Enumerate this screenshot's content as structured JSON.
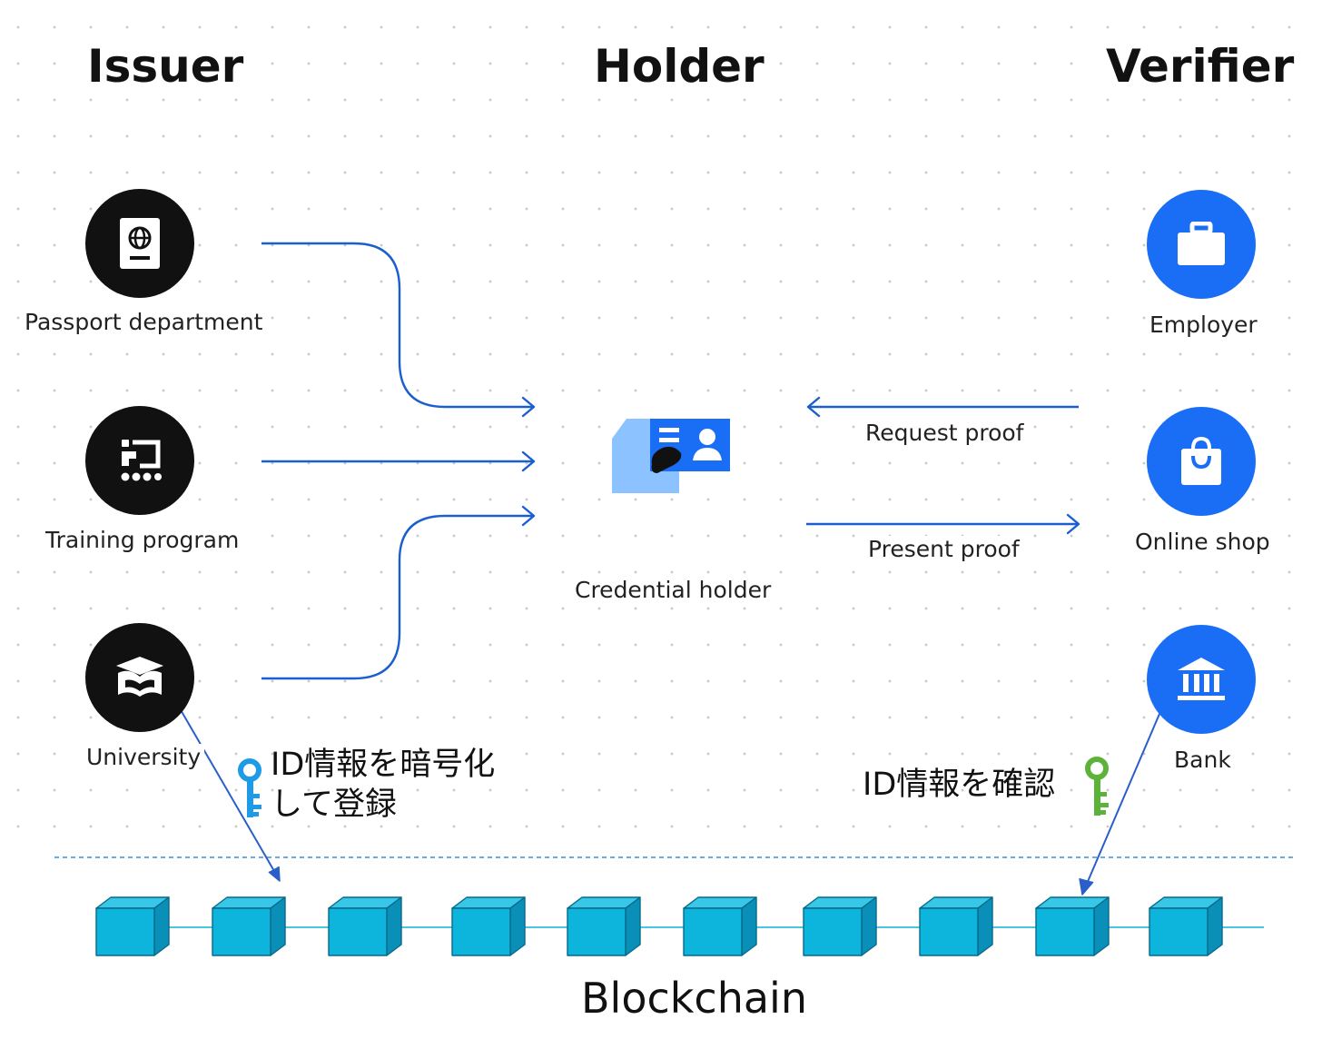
{
  "columns": {
    "issuer": "Issuer",
    "holder": "Holder",
    "verifier": "Verifier"
  },
  "issuers": {
    "passport": "Passport department",
    "training": "Training program",
    "university": "University"
  },
  "holder": {
    "label": "Credential holder"
  },
  "flows": {
    "request": "Request proof",
    "present": "Present proof"
  },
  "verifiers": {
    "employer": "Employer",
    "online_shop": "Online shop",
    "bank": "Bank"
  },
  "annotations": {
    "encrypt_line1": "ID情報を暗号化",
    "encrypt_line2": "して登録",
    "verify": "ID情報を確認"
  },
  "blockchain": {
    "label": "Blockchain",
    "block_count": 10
  },
  "colors": {
    "flow_blue": "#1a5fd0",
    "block_cyan": "#0db4dc",
    "key_blue": "#1e9be6",
    "key_green": "#5db33a",
    "dark_circle": "#111111",
    "blue_circle": "#1a6ef5"
  },
  "icons": [
    "passport-icon",
    "training-icon",
    "graduation-cap-icon",
    "credential-card-icon",
    "briefcase-icon",
    "shopping-bag-icon",
    "bank-icon",
    "key-icon"
  ]
}
